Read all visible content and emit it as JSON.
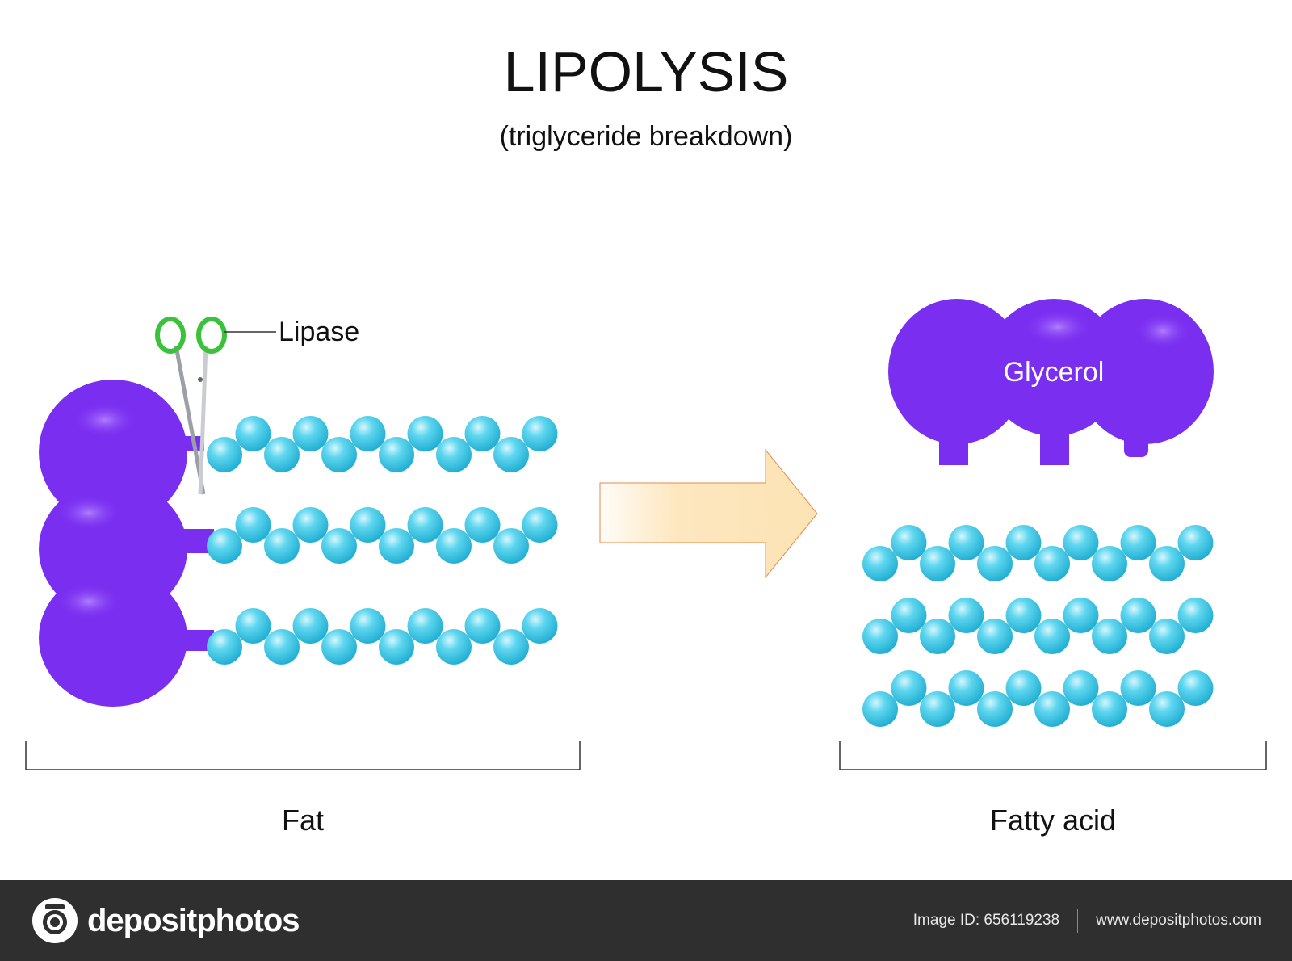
{
  "title": "LIPOLYSIS",
  "subtitle": "(triglyceride breakdown)",
  "labels": {
    "lipase": "Lipase",
    "glycerol": "Glycerol",
    "fat": "Fat",
    "fatty_acid": "Fatty acid"
  },
  "footer": {
    "brand": "depositphotos",
    "image_id": "Image ID: 656119238",
    "website": "www.depositphotos.com"
  },
  "colors": {
    "glycerol": "#7a2ff0",
    "fatty_acid_bead": "#3cc9e6",
    "arrow": "#fde3b4",
    "scissors": "#39c23a",
    "footer_bg": "#2f2f2f"
  },
  "icons": [
    "scissors-icon",
    "camera-logo-icon"
  ]
}
